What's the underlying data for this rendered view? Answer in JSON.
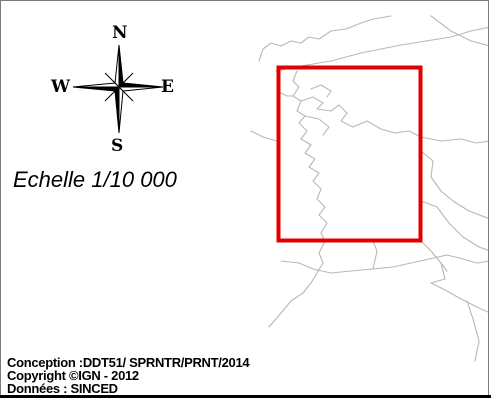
{
  "compass": {
    "north": "N",
    "south": "S",
    "west": "W",
    "east": "E"
  },
  "scale": {
    "label": "Echelle 1/10 000"
  },
  "credits": {
    "conception": "Conception :DDT51/ SPRNTR/PRNT/2014",
    "copyright": "Copyright ©IGN - 2012",
    "partial": "Données : SINCED"
  },
  "colors": {
    "extent_box": "#e00000",
    "boundary_lines": "#b8b8b8",
    "text": "#000000"
  }
}
